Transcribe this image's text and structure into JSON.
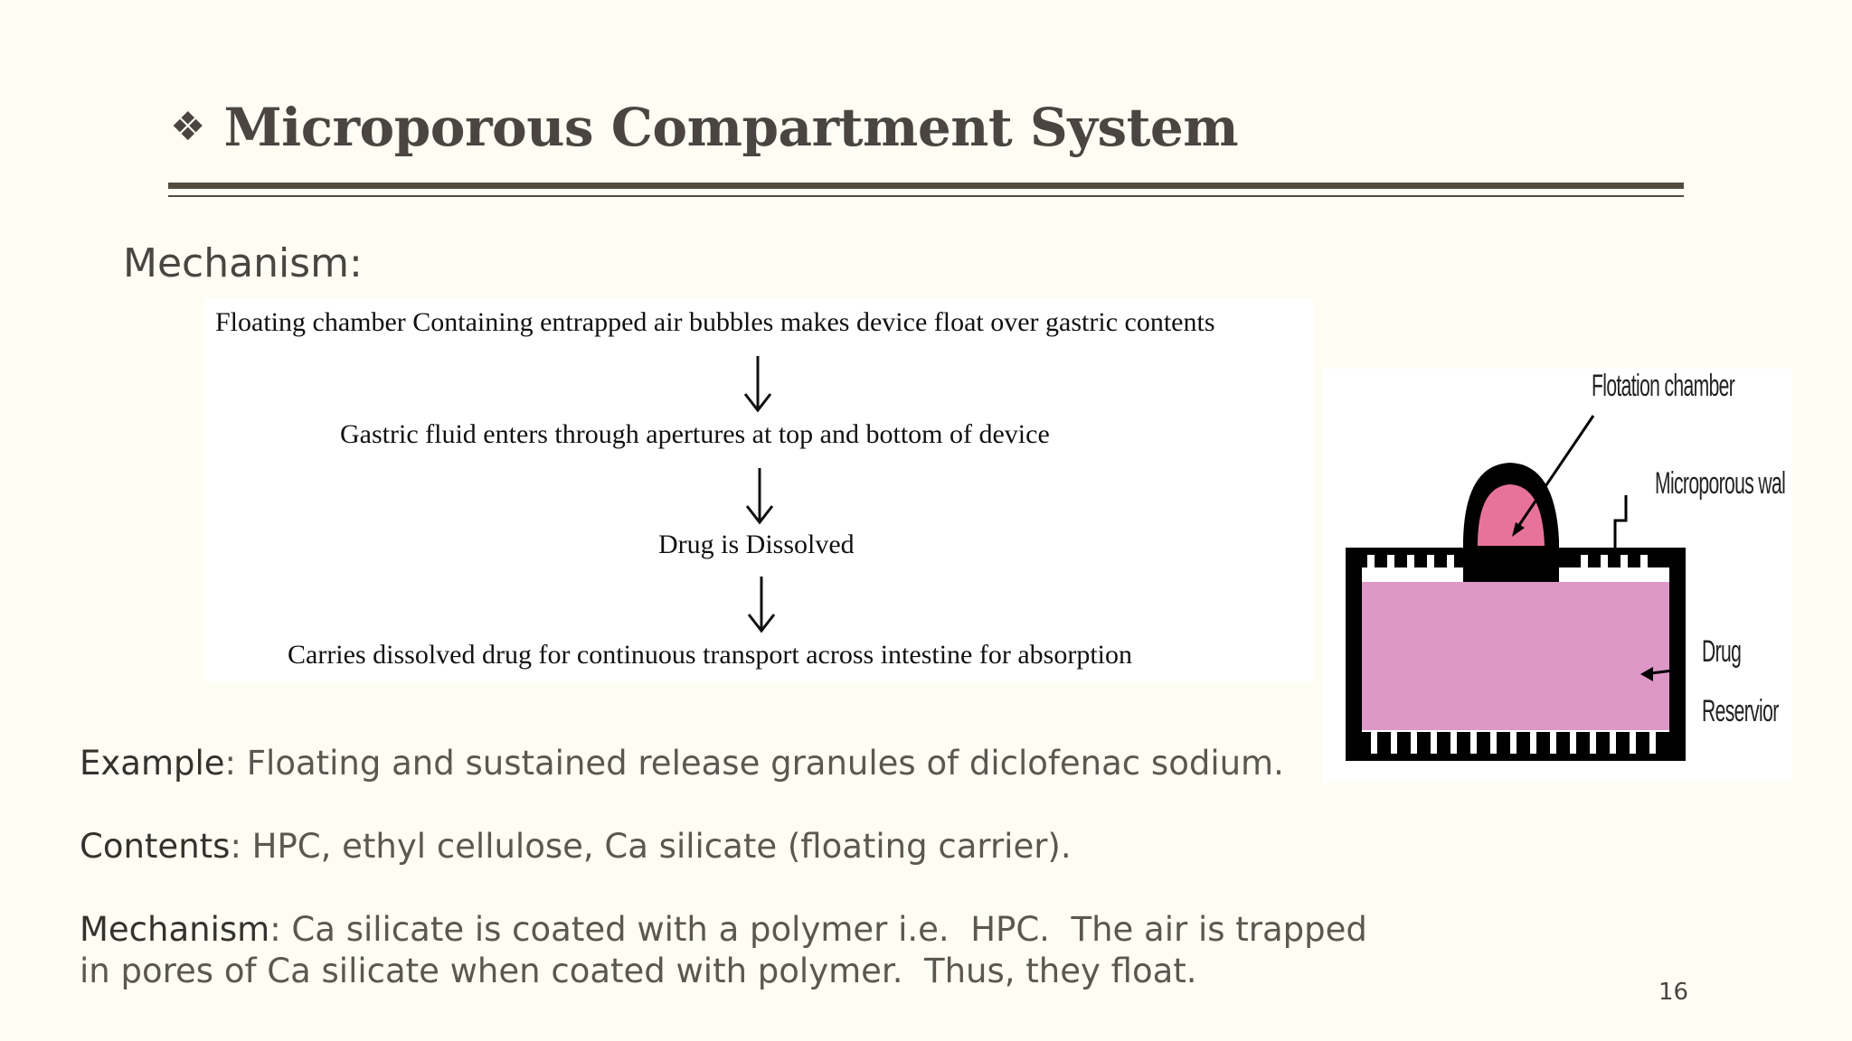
{
  "slide": {
    "title_bullet": "❖",
    "title": "Microporous Compartment System",
    "mechanism_heading": "Mechanism:",
    "page_number": "16"
  },
  "flowchart": {
    "steps": [
      "Floating chamber Containing entrapped air bubbles makes device float over gastric contents",
      "Gastric fluid enters through apertures at top and bottom of device",
      "Drug is Dissolved",
      "Carries dissolved drug for continuous transport across intestine for absorption"
    ]
  },
  "diagram": {
    "labels": {
      "flotation": "Flotation chamber",
      "microporous": "Microporous wal",
      "drug": "Drug",
      "reservoir": "Reservior"
    },
    "colors": {
      "chamber_fill": "#e8739a",
      "reservoir_fill": "#dd98c8",
      "wall": "#000000"
    }
  },
  "info": {
    "example_key": "Example",
    "example_text": ": Floating and sustained release granules of diclofenac sodium.",
    "contents_key": "Contents",
    "contents_text": ": HPC, ethyl cellulose, Ca silicate (floating carrier).",
    "mechanism_key": "Mechanism",
    "mechanism_line1": ": Ca silicate is coated with a polymer i.e.  HPC.  The air is trapped",
    "mechanism_line2": "in pores of Ca silicate when coated with polymer.  Thus, they float."
  }
}
